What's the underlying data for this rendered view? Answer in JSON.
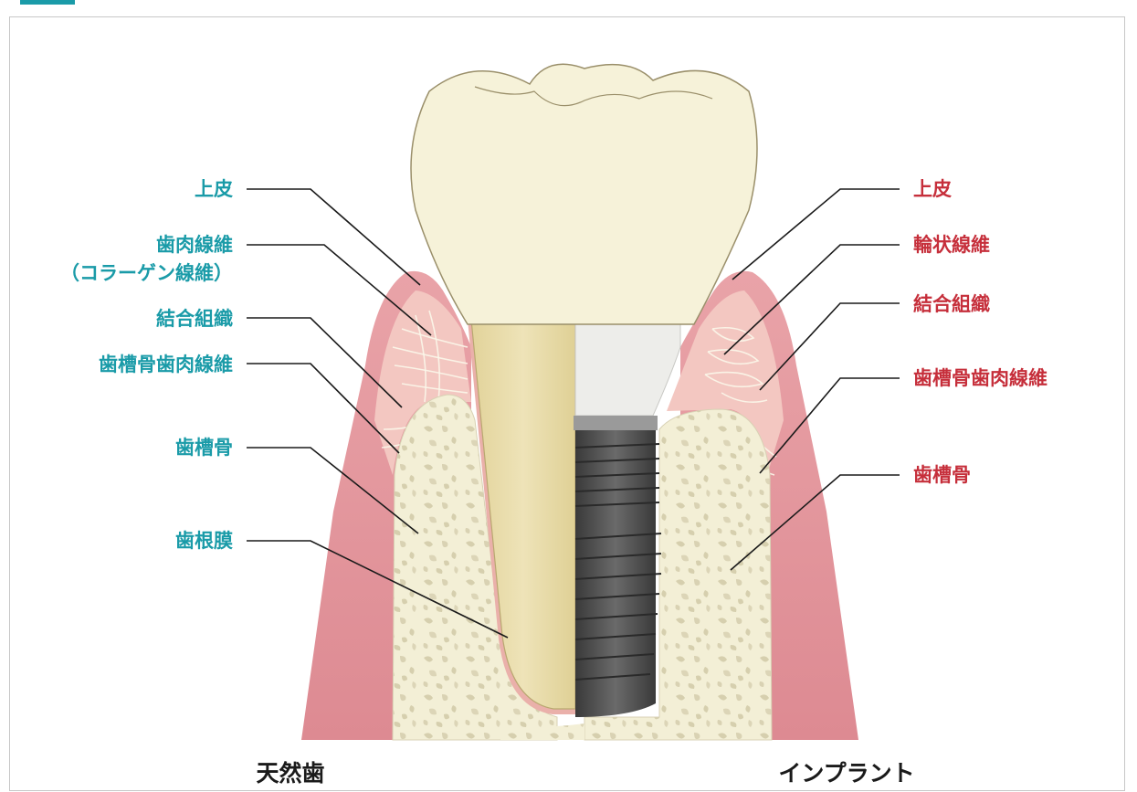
{
  "natural_tooth": {
    "labels": [
      "上皮",
      "歯肉線維",
      "（コラーゲン線維）",
      "結合組織",
      "歯槽骨歯肉線維",
      "歯槽骨",
      "歯根膜"
    ],
    "caption": "天然歯"
  },
  "implant": {
    "labels": [
      "上皮",
      "輪状線維",
      "結合組織",
      "歯槽骨歯肉線維",
      "歯槽骨"
    ],
    "caption": "インプラント"
  },
  "colors": {
    "natural_label": "#1a9ba8",
    "implant_label": "#c62f3b",
    "gum": "#e39aa1",
    "gum_light": "#f4c9c4",
    "bone": "#f3efd6",
    "crown": "#f6f2d9",
    "root": "#e8dca8",
    "implant_screw": "#4a4a4a",
    "abutment": "#ededea"
  }
}
